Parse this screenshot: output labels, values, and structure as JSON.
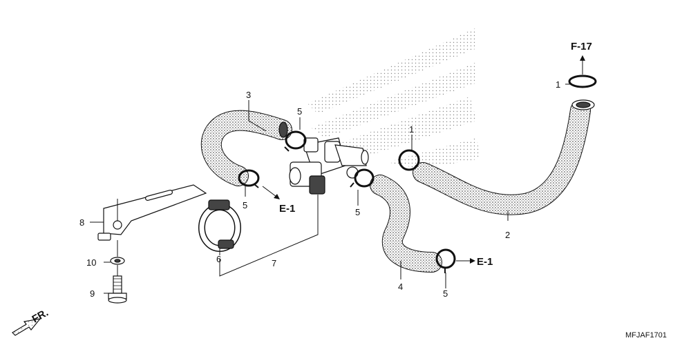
{
  "diagram": {
    "part_numbers": {
      "p1_top": "1",
      "p1_mid": "1",
      "p2": "2",
      "p3": "3",
      "p4": "4",
      "p5_a": "5",
      "p5_b": "5",
      "p5_c": "5",
      "p5_d": "5",
      "p6": "6",
      "p7": "7",
      "p8": "8",
      "p9": "9",
      "p10": "10"
    },
    "references": {
      "f17": "F-17",
      "e1_left": "E-1",
      "e1_right": "E-1"
    },
    "front_marker": "FR.",
    "drawing_code": "MFJAF1701"
  }
}
